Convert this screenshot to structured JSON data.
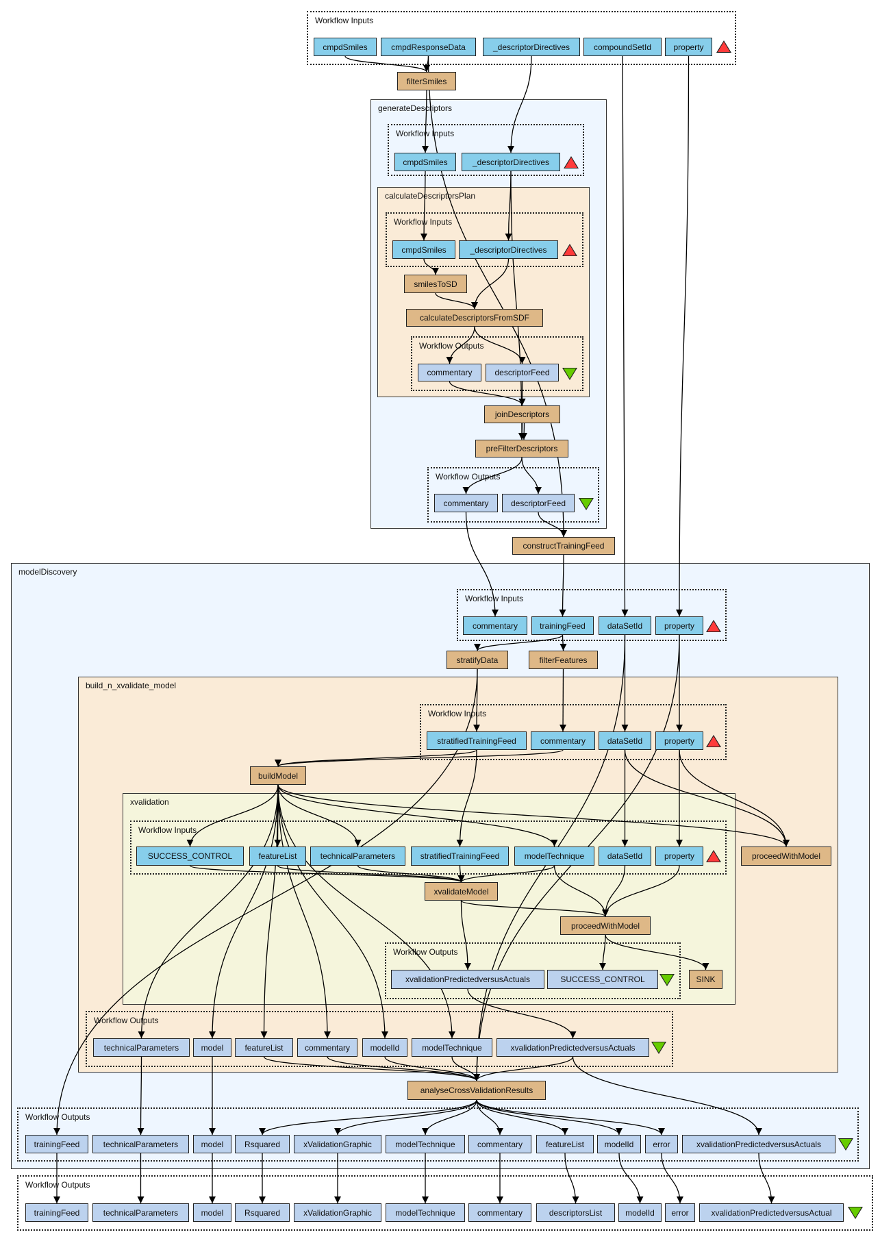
{
  "diagram": {
    "type": "taverna-workflow",
    "colors": {
      "input_port": "#87ceeb",
      "processor": "#deb887",
      "output_port": "#bcd2ee",
      "nested_workflow_blue": "#eef6ff",
      "nested_workflow_tan": "#faebd7",
      "nested_workflow_beige": "#f5f5dc",
      "inputs_marker": "#ff3b3b",
      "outputs_marker": "#66cc00"
    },
    "clusters": {
      "top_inputs": "Workflow Inputs",
      "generateDescriptors": "generateDescriptors",
      "gen_inputs": "Workflow Inputs",
      "calculateDescriptorsPlan": "calculateDescriptorsPlan",
      "calc_inputs": "Workflow Inputs",
      "calc_outputs": "Workflow Outputs",
      "gen_outputs": "Workflow Outputs",
      "modelDiscovery": "modelDiscovery",
      "md_inputs": "Workflow Inputs",
      "build": "build_n_xvalidate_model",
      "build_inputs": "Workflow Inputs",
      "xvalidation": "xvalidation",
      "xv_inputs": "Workflow Inputs",
      "xv_outputs": "Workflow Outputs",
      "build_outputs": "Workflow Outputs",
      "md_outputs": "Workflow Outputs",
      "top_outputs": "Workflow Outputs"
    },
    "nodes": {
      "ti_cmpdSmiles": "cmpdSmiles",
      "ti_cmpdResponseData": "cmpdResponseData",
      "ti_descriptorDirectives": "_descriptorDirectives",
      "ti_compoundSetId": "compoundSetId",
      "ti_property": "property",
      "p_filterSmiles": "filterSmiles",
      "gi_cmpdSmiles": "cmpdSmiles",
      "gi_descriptorDirectives": "_descriptorDirectives",
      "ci_cmpdSmiles": "cmpdSmiles",
      "ci_descriptorDirectives": "_descriptorDirectives",
      "p_smilesToSD": "smilesToSD",
      "p_calculateDescriptorsFromSDF": "calculateDescriptorsFromSDF",
      "co_commentary": "commentary",
      "co_descriptorFeed": "descriptorFeed",
      "p_joinDescriptors": "joinDescriptors",
      "p_preFilterDescriptors": "preFilterDescriptors",
      "go_commentary": "commentary",
      "go_descriptorFeed": "descriptorFeed",
      "p_constructTrainingFeed": "constructTrainingFeed",
      "mi_commentary": "commentary",
      "mi_trainingFeed": "trainingFeed",
      "mi_dataSetId": "dataSetId",
      "mi_property": "property",
      "p_stratifyData": "stratifyData",
      "p_filterFeatures": "filterFeatures",
      "bi_stratifiedTrainingFeed": "stratifiedTrainingFeed",
      "bi_commentary": "commentary",
      "bi_dataSetId": "dataSetId",
      "bi_property": "property",
      "p_buildModel": "buildModel",
      "xi_SUCCESS_CONTROL": "SUCCESS_CONTROL",
      "xi_featureList": "featureList",
      "xi_technicalParameters": "technicalParameters",
      "xi_stratifiedTrainingFeed": "stratifiedTrainingFeed",
      "xi_modelTechnique": "modelTechnique",
      "xi_dataSetId": "dataSetId",
      "xi_property": "property",
      "p_xvalidateModel": "xvalidateModel",
      "p_proceedWithModel_inner": "proceedWithModel",
      "xo_xvalidationPredictedversusActuals": "xvalidationPredictedversusActuals",
      "xo_SUCCESS_CONTROL": "SUCCESS_CONTROL",
      "p_SINK": "SINK",
      "p_proceedWithModel_outer": "proceedWithModel",
      "bo_technicalParameters": "technicalParameters",
      "bo_model": "model",
      "bo_featureList": "featureList",
      "bo_commentary": "commentary",
      "bo_modelId": "modelId",
      "bo_modelTechnique": "modelTechnique",
      "bo_xvalidationPredictedversusActuals": "xvalidationPredictedversusActuals",
      "p_analyseCrossValidationResults": "analyseCrossValidationResults",
      "mo_trainingFeed": "trainingFeed",
      "mo_technicalParameters": "technicalParameters",
      "mo_model": "model",
      "mo_Rsquared": "Rsquared",
      "mo_xValidationGraphic": "xValidationGraphic",
      "mo_modelTechnique": "modelTechnique",
      "mo_commentary": "commentary",
      "mo_featureList": "featureList",
      "mo_modelId": "modelId",
      "mo_error": "error",
      "mo_xvalidationPredictedversusActuals": "xvalidationPredictedversusActuals",
      "to_trainingFeed": "trainingFeed",
      "to_technicalParameters": "technicalParameters",
      "to_model": "model",
      "to_Rsquared": "Rsquared",
      "to_xValidationGraphic": "xValidationGraphic",
      "to_modelTechnique": "modelTechnique",
      "to_commentary": "commentary",
      "to_descriptorsList": "descriptorsList",
      "to_modelId": "modelId",
      "to_error": "error",
      "to_xvalidationPredictedversusActual": "xvalidationPredictedversusActual"
    },
    "edges": [
      [
        "ti_cmpdSmiles",
        "p_filterSmiles"
      ],
      [
        "ti_cmpdResponseData",
        "p_filterSmiles"
      ],
      [
        "p_filterSmiles",
        "gi_cmpdSmiles"
      ],
      [
        "ti_descriptorDirectives",
        "gi_descriptorDirectives"
      ],
      [
        "ti_cmpdResponseData",
        "p_constructTrainingFeed"
      ],
      [
        "ti_compoundSetId",
        "mi_dataSetId"
      ],
      [
        "ti_property",
        "mi_property"
      ],
      [
        "gi_cmpdSmiles",
        "ci_cmpdSmiles"
      ],
      [
        "gi_descriptorDirectives",
        "ci_descriptorDirectives"
      ],
      [
        "gi_descriptorDirectives",
        "p_preFilterDescriptors"
      ],
      [
        "ci_cmpdSmiles",
        "p_smilesToSD"
      ],
      [
        "p_smilesToSD",
        "p_calculateDescriptorsFromSDF"
      ],
      [
        "ci_descriptorDirectives",
        "p_calculateDescriptorsFromSDF"
      ],
      [
        "p_calculateDescriptorsFromSDF",
        "co_commentary"
      ],
      [
        "p_calculateDescriptorsFromSDF",
        "co_descriptorFeed"
      ],
      [
        "co_commentary",
        "p_joinDescriptors"
      ],
      [
        "co_descriptorFeed",
        "p_joinDescriptors"
      ],
      [
        "p_joinDescriptors",
        "p_preFilterDescriptors"
      ],
      [
        "p_joinDescriptors",
        "p_preFilterDescriptors"
      ],
      [
        "p_preFilterDescriptors",
        "go_commentary"
      ],
      [
        "p_preFilterDescriptors",
        "go_descriptorFeed"
      ],
      [
        "go_descriptorFeed",
        "p_constructTrainingFeed"
      ],
      [
        "go_commentary",
        "mi_commentary"
      ],
      [
        "p_constructTrainingFeed",
        "mi_trainingFeed"
      ],
      [
        "mi_trainingFeed",
        "p_stratifyData"
      ],
      [
        "mi_trainingFeed",
        "p_filterFeatures"
      ],
      [
        "p_stratifyData",
        "bi_stratifiedTrainingFeed"
      ],
      [
        "p_filterFeatures",
        "bi_commentary"
      ],
      [
        "mi_dataSetId",
        "bi_dataSetId"
      ],
      [
        "mi_property",
        "bi_property"
      ],
      [
        "p_stratifyData",
        "mo_trainingFeed"
      ],
      [
        "mi_dataSetId",
        "p_analyseCrossValidationResults"
      ],
      [
        "mi_property",
        "p_analyseCrossValidationResults"
      ],
      [
        "bi_stratifiedTrainingFeed",
        "p_buildModel"
      ],
      [
        "bi_commentary",
        "p_buildModel"
      ],
      [
        "bi_stratifiedTrainingFeed",
        "xi_stratifiedTrainingFeed"
      ],
      [
        "bi_dataSetId",
        "xi_dataSetId"
      ],
      [
        "bi_property",
        "xi_property"
      ],
      [
        "bi_dataSetId",
        "p_proceedWithModel_outer"
      ],
      [
        "bi_property",
        "p_proceedWithModel_outer"
      ],
      [
        "p_buildModel",
        "xi_SUCCESS_CONTROL"
      ],
      [
        "p_buildModel",
        "xi_featureList"
      ],
      [
        "p_buildModel",
        "xi_technicalParameters"
      ],
      [
        "p_buildModel",
        "xi_modelTechnique"
      ],
      [
        "p_buildModel",
        "p_proceedWithModel_outer"
      ],
      [
        "p_buildModel",
        "bo_technicalParameters"
      ],
      [
        "p_buildModel",
        "bo_model"
      ],
      [
        "p_buildModel",
        "bo_featureList"
      ],
      [
        "p_buildModel",
        "bo_commentary"
      ],
      [
        "p_buildModel",
        "bo_modelId"
      ],
      [
        "p_buildModel",
        "bo_modelTechnique"
      ],
      [
        "xi_SUCCESS_CONTROL",
        "p_xvalidateModel"
      ],
      [
        "xi_featureList",
        "p_xvalidateModel"
      ],
      [
        "xi_technicalParameters",
        "p_xvalidateModel"
      ],
      [
        "xi_stratifiedTrainingFeed",
        "p_xvalidateModel"
      ],
      [
        "xi_modelTechnique",
        "p_xvalidateModel"
      ],
      [
        "xi_modelTechnique",
        "p_proceedWithModel_inner"
      ],
      [
        "xi_dataSetId",
        "p_proceedWithModel_inner"
      ],
      [
        "xi_property",
        "p_proceedWithModel_inner"
      ],
      [
        "p_xvalidateModel",
        "p_proceedWithModel_inner"
      ],
      [
        "p_xvalidateModel",
        "xo_xvalidationPredictedversusActuals"
      ],
      [
        "p_proceedWithModel_inner",
        "xo_SUCCESS_CONTROL"
      ],
      [
        "p_proceedWithModel_inner",
        "p_SINK"
      ],
      [
        "xo_xvalidationPredictedversusActuals",
        "bo_xvalidationPredictedversusActuals"
      ],
      [
        "bo_technicalParameters",
        "mo_technicalParameters"
      ],
      [
        "bo_model",
        "mo_model"
      ],
      [
        "bo_featureList",
        "p_analyseCrossValidationResults"
      ],
      [
        "bo_commentary",
        "p_analyseCrossValidationResults"
      ],
      [
        "bo_modelId",
        "p_analyseCrossValidationResults"
      ],
      [
        "bo_modelTechnique",
        "p_analyseCrossValidationResults"
      ],
      [
        "bo_xvalidationPredictedversusActuals",
        "p_analyseCrossValidationResults"
      ],
      [
        "bo_xvalidationPredictedversusActuals",
        "mo_xvalidationPredictedversusActuals"
      ],
      [
        "p_analyseCrossValidationResults",
        "mo_Rsquared"
      ],
      [
        "p_analyseCrossValidationResults",
        "mo_xValidationGraphic"
      ],
      [
        "p_analyseCrossValidationResults",
        "mo_modelTechnique"
      ],
      [
        "p_analyseCrossValidationResults",
        "mo_commentary"
      ],
      [
        "p_analyseCrossValidationResults",
        "mo_featureList"
      ],
      [
        "p_analyseCrossValidationResults",
        "mo_modelId"
      ],
      [
        "p_analyseCrossValidationResults",
        "mo_error"
      ],
      [
        "mo_trainingFeed",
        "to_trainingFeed"
      ],
      [
        "mo_technicalParameters",
        "to_technicalParameters"
      ],
      [
        "mo_model",
        "to_model"
      ],
      [
        "mo_Rsquared",
        "to_Rsquared"
      ],
      [
        "mo_xValidationGraphic",
        "to_xValidationGraphic"
      ],
      [
        "mo_modelTechnique",
        "to_modelTechnique"
      ],
      [
        "mo_commentary",
        "to_commentary"
      ],
      [
        "mo_featureList",
        "to_descriptorsList"
      ],
      [
        "mo_modelId",
        "to_modelId"
      ],
      [
        "mo_error",
        "to_error"
      ],
      [
        "mo_xvalidationPredictedversusActuals",
        "to_xvalidationPredictedversusActual"
      ]
    ]
  }
}
